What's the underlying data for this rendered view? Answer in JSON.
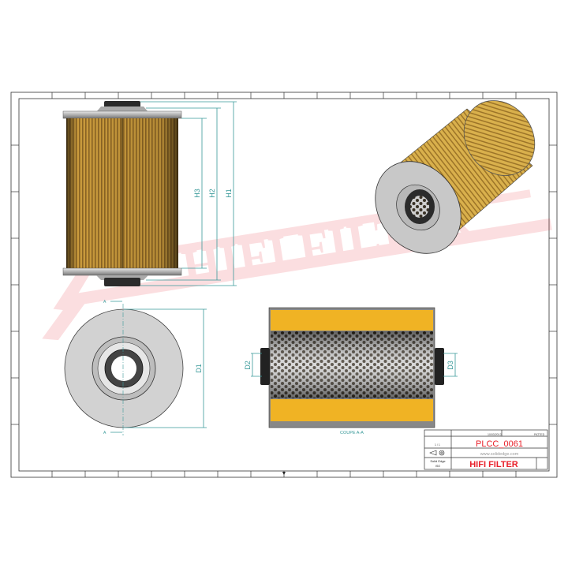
{
  "watermark": "HIFI FILTER",
  "dimensions": {
    "h1": "H1",
    "h2": "H2",
    "h3": "H3",
    "d1": "D1",
    "d2": "D2",
    "d3": "D3"
  },
  "section_marker": "A",
  "section_label": "COUPE A-A",
  "title_block": {
    "date": "10/03/2012",
    "author": "PATTED",
    "sheet": "1 / 1",
    "part_number": "PLCC_0061",
    "website": "www.solidedge.com",
    "software": "Solid Edge",
    "standard": "ISO",
    "company": "HIFI FILTER"
  },
  "colors": {
    "paper": "#e0a83a",
    "section_media": "#f0b324",
    "metal": "#c8c8c8",
    "dimension": "#3a9a9a",
    "brand_red": "#e8202a"
  }
}
